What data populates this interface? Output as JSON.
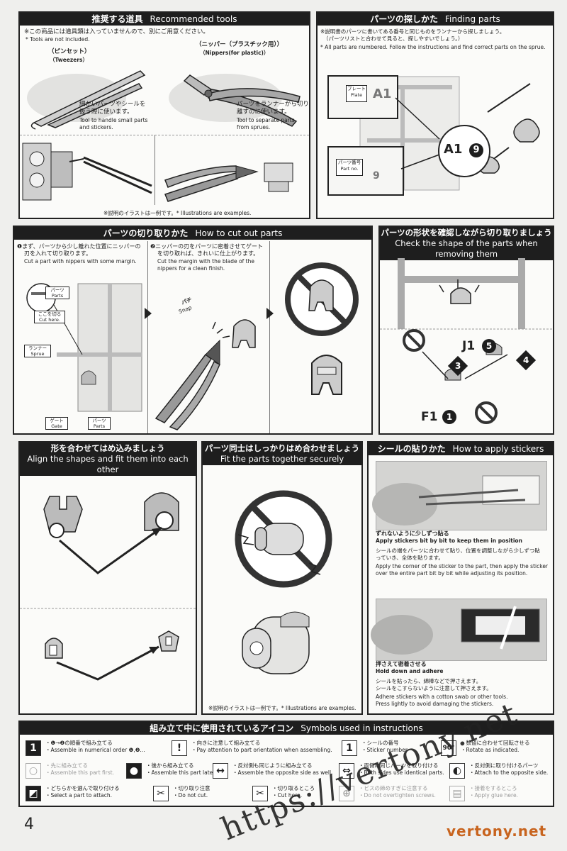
{
  "tools": {
    "header_jp": "推奨する道具",
    "header_en": "Recommended tools",
    "note_jp": "※この商品には道具類は入っていませんので、別にご用意ください。",
    "note_en": "* Tools are not included.",
    "tweezers_jp": "（ピンセット）",
    "tweezers_en": "（Tweezers）",
    "nippers_jp": "（ニッパー（プラスチック用））",
    "nippers_en": "（Nippers(for plastic)）",
    "tweezers_desc_jp1": "細かいパーツやシールを",
    "tweezers_desc_jp2": "扱う際に使います。",
    "tweezers_desc_en1": "Tool to handle small parts",
    "tweezers_desc_en2": "and stickers.",
    "nippers_desc_jp1": "パーツをランナーから切り",
    "nippers_desc_jp2": "離すのに使います。",
    "nippers_desc_en1": "Tool to separate parts",
    "nippers_desc_en2": "from sprues.",
    "example_note": "※説明のイラストは一例です。* Illustrations are examples."
  },
  "finding": {
    "header_jp": "パーツの探しかた",
    "header_en": "Finding parts",
    "note_jp1": "※説明書のパーツに書いてある番号と同じものをランナーから探しましょう。",
    "note_jp2": "（パーツリストと合わせて見ると、探しやすいでしょう。）",
    "note_en": "* All parts are numbered. Follow the instructions and find correct parts on the sprue.",
    "plate_jp": "プレート",
    "plate_en": "Plate",
    "plate_code": "A1",
    "partno_jp": "パーツ番号",
    "partno_en": "Part no.",
    "partno_code": "9",
    "callout_letter": "A1",
    "callout_number": "9"
  },
  "cut": {
    "header_jp": "パーツの切り取りかた",
    "header_en": "How to cut out parts",
    "step1_jp1": "❶まず、パーツから少し離れた位置にニッパーの",
    "step1_jp2": "刃を入れて切り取ります。",
    "step1_en": "Cut a part with nippers with some margin.",
    "step2_jp1": "❷ニッパーの刃をパーツに密着させてゲート",
    "step2_jp2": "を切り取れば、きれいに仕上がります。",
    "step2_en1": "Cut the margin with the blade of the",
    "step2_en2": "nippers for a clean finish.",
    "parts_jp": "パーツ",
    "parts_en": "Parts",
    "cuthere_jp": "ここを切る",
    "cuthere_en": "Cut here.",
    "sprue_jp": "ランナー",
    "sprue_en": "Sprue",
    "gate_jp": "ゲート",
    "gate_en": "Gate",
    "parts2_jp": "パーツ",
    "parts2_en": "Parts",
    "snap_jp": "パチ",
    "snap_en": "Snap"
  },
  "shape": {
    "header_jp": "パーツの形状を確認しながら切り取りましょう",
    "header_en": "Check the shape of the parts when removing them",
    "label_j": "J1",
    "label_j_num": "5",
    "label_f": "F1",
    "label_f_num": "1",
    "step3": "3",
    "step4": "4"
  },
  "fit": {
    "header_jp": "形を合わせてはめ込みましょう",
    "header_en": "Align the shapes and fit them into each other"
  },
  "secure": {
    "header_jp": "パーツ同士はしっかりはめ合わせましょう",
    "header_en": "Fit the parts together securely",
    "example_note": "※説明のイラストは一例です。* Illustrations are examples."
  },
  "stickers": {
    "header_jp": "シールの貼りかた",
    "header_en": "How to apply stickers",
    "step1_title_jp": "ずれないように少しずつ貼る",
    "step1_title_en": "Apply stickers bit by bit to keep them in position",
    "step1_jp1": "シールの端をパーツに合わせて貼り、位置を調整しながら少しずつ貼",
    "step1_jp2": "っていき、全体を貼ります。",
    "step1_en1": "Apply the corner of the sticker to the part, then apply the sticker",
    "step1_en2": "over the entire part bit by bit while adjusting its position.",
    "step2_title_jp": "押さえて密着させる",
    "step2_title_en": "Hold down and adhere",
    "step2_jp1": "シールを貼ったら、綿棒などで押さえます。",
    "step2_jp2": "シールをこすらないように注意して押さえます。",
    "step2_en1": "Adhere stickers with a cotton swab or other tools.",
    "step2_en2": "Press lightly to avoid damaging the stickers."
  },
  "symbols": {
    "header_jp": "組み立て中に使用されているアイコン",
    "header_en": "Symbols used in instructions",
    "items": [
      {
        "jp": "・❶→❷の順番で組み立てる",
        "en": "・Assemble in numerical order ❶,❷...",
        "glyph": "1",
        "dim": false
      },
      {
        "jp": "・向きに注意して組み立てる",
        "en": "・Pay attention to part orientation when assembling.",
        "glyph": "!",
        "dim": false
      },
      {
        "jp": "・シールの番号",
        "en": "・Sticker number",
        "glyph": "1",
        "dim": false
      },
      {
        "jp": "・数値に合わせて回転させる",
        "en": "・Rotate as indicated.",
        "glyph": "90°",
        "dim": false
      },
      {
        "jp": "・先に組み立てる",
        "en": "・Assemble this part first.",
        "glyph": "○",
        "dim": true
      },
      {
        "jp": "・後から組み立てる",
        "en": "・Assemble this part later.",
        "glyph": "●",
        "dim": false
      },
      {
        "jp": "・反対側も同じように組み立てる",
        "en": "・Assemble the opposite side as well.",
        "glyph": "↔",
        "dim": false
      },
      {
        "jp": "・両側に同じパーツを取り付ける",
        "en": "・Both sides use identical parts.",
        "glyph": "⇔",
        "dim": false
      },
      {
        "jp": "・反対側に取り付けるパーツ",
        "en": "・Attach to the opposite side.",
        "glyph": "◐",
        "dim": false
      },
      {
        "jp": "・どちらかを選んで取り付ける",
        "en": "・Select a part to attach.",
        "glyph": "◩",
        "dim": false
      },
      {
        "jp": "・切り取り注意",
        "en": "・Do not cut.",
        "glyph": "✂",
        "dim": false
      },
      {
        "jp": "・切り取るところ",
        "en": "・Cut here.",
        "glyph": "✂",
        "dim": false
      },
      {
        "jp": "・ビスの締めすぎに注意する",
        "en": "・Do not overtighten screws.",
        "glyph": "⊕",
        "dim": true
      },
      {
        "jp": "・接着をするところ",
        "en": "・Apply glue here.",
        "glyph": "▤",
        "dim": true
      }
    ]
  },
  "page_number": "4",
  "watermark": "https://vertony.net",
  "watermark_corner": "vertony.net"
}
